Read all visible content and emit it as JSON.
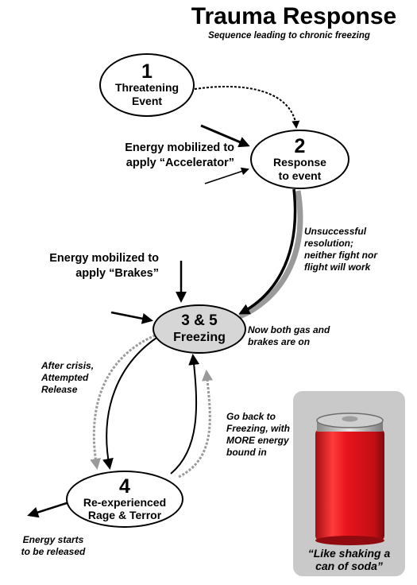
{
  "header": {
    "title": "Trauma Response",
    "subtitle": "Sequence leading to chronic freezing"
  },
  "nodes": [
    {
      "num": "1",
      "label_line1": "Threatening",
      "label_line2": "Event"
    },
    {
      "num": "2",
      "label_line1": "Response",
      "label_line2": "to event"
    },
    {
      "num": "3 & 5",
      "label_line1": "Freezing",
      "label_line2": ""
    },
    {
      "num": "4",
      "label_line1": "Re-experienced",
      "label_line2": "Rage & Terror"
    }
  ],
  "energy_labels": {
    "accelerator_line1": "Energy mobilized to",
    "accelerator_line2": "apply “Accelerator”",
    "brakes_line1": "Energy mobilized to",
    "brakes_line2": "apply “Brakes”"
  },
  "notes": {
    "unsuccessful": [
      "Unsuccessful",
      "resolution;",
      "neither fight nor",
      "flight will work"
    ],
    "both_on": [
      "Now both gas and",
      "brakes are on"
    ],
    "after_crisis": [
      "After crisis,",
      "Attempted",
      "Release"
    ],
    "go_back": [
      "Go back to",
      "Freezing, with",
      "MORE energy",
      "bound in"
    ],
    "released": [
      "Energy starts",
      "to be released"
    ]
  },
  "can": {
    "caption_line1": "“Like shaking a",
    "caption_line2": "can of soda”",
    "can_color": "#e8141b",
    "box_color": "#c9c9c9"
  },
  "colors": {
    "arrow": "#000000",
    "shadow": "#9a9a9a",
    "freezing_fill": "#d6d6d6"
  }
}
